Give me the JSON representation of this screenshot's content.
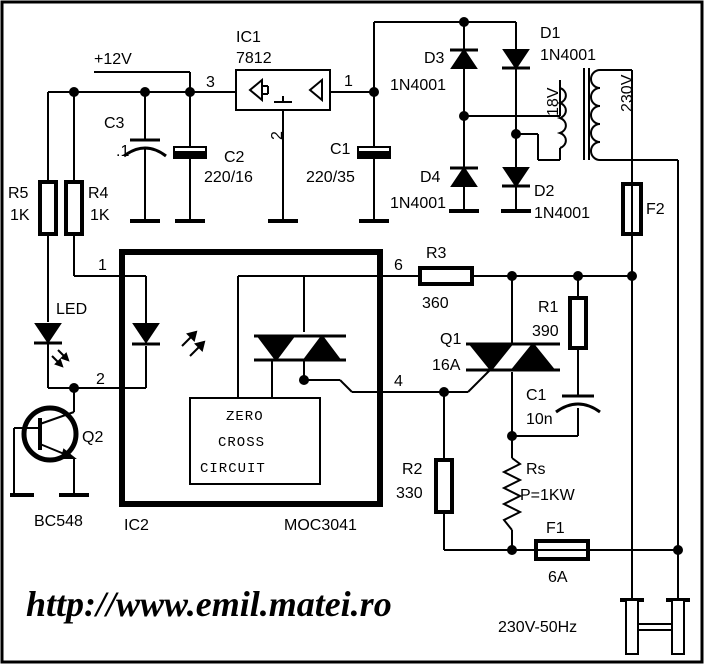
{
  "url": "http://www.emil.matei.ro",
  "rails": {
    "v12": "+12V",
    "mains": "230V-50Hz"
  },
  "ic1": {
    "ref": "IC1",
    "part": "7812",
    "pin_in": "1",
    "pin_gnd": "2",
    "pin_out": "3"
  },
  "ic2": {
    "ref": "IC2",
    "part": "MOC3041",
    "pin1": "1",
    "pin2": "2",
    "pin4": "4",
    "pin6": "6",
    "zc_line1": "ZERO",
    "zc_line2": "CROSS",
    "zc_line3": "CIRCUIT"
  },
  "c1": {
    "ref": "C1",
    "value": "220/35"
  },
  "c2": {
    "ref": "C2",
    "value": "220/16"
  },
  "c3": {
    "ref": "C3",
    "value": ".1"
  },
  "snub_c": {
    "ref": "C1",
    "value": "10n"
  },
  "d1": {
    "ref": "D1",
    "part": "1N4001"
  },
  "d2": {
    "ref": "D2",
    "part": "1N4001"
  },
  "d3": {
    "ref": "D3",
    "part": "1N4001"
  },
  "d4": {
    "ref": "D4",
    "part": "1N4001"
  },
  "transformer": {
    "secondary": "18V",
    "primary": "230V"
  },
  "f1": {
    "ref": "F1",
    "value": "6A"
  },
  "f2": {
    "ref": "F2"
  },
  "r1": {
    "ref": "R1",
    "value": "390"
  },
  "r2": {
    "ref": "R2",
    "value": "330"
  },
  "r3": {
    "ref": "R3",
    "value": "360"
  },
  "r4": {
    "ref": "R4",
    "value": "1K"
  },
  "r5": {
    "ref": "R5",
    "value": "1K"
  },
  "rs": {
    "ref": "Rs",
    "value": "P=1KW"
  },
  "led": {
    "ref": "LED"
  },
  "q1": {
    "ref": "Q1",
    "value": "16A"
  },
  "q2": {
    "ref": "Q2",
    "part": "BC548"
  }
}
